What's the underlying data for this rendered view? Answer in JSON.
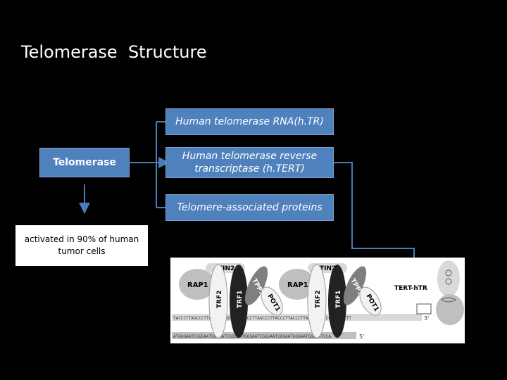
{
  "slide": {
    "title": "Telomerase  Structure",
    "telomerase_label": "Telomerase",
    "components": [
      {
        "label": "Human telomerase RNA(h.TR)"
      },
      {
        "label": "Human telomerase reverse transcriptase (h.TERT)"
      },
      {
        "label": "Telomere-associated proteins"
      }
    ],
    "note": "activated in 90% of human tumor cells"
  },
  "figure": {
    "protein_labels": [
      "TIN2",
      "TPP1",
      "RAP1",
      "TRF2",
      "TRF1",
      "POT1"
    ],
    "tert_label": "TERT-hTR",
    "strand_end_3": "3'",
    "strand_end_5": "5'",
    "top_strand": "TACCCTTAGCCCTTACCCTTAGCCCTTACCCTTAGCCCTTACCCTTACCCTTACCCTTACCCTTACCCTT",
    "bottom_strand": "ATGGGAATCGGGAATGGGAATCGGGAATGGGAATCGGGAATGGGAATGGGAATGGGAATCCA"
  },
  "colors": {
    "background": "#000000",
    "box_fill": "#4f81bd",
    "connector": "#4a7ebb"
  }
}
